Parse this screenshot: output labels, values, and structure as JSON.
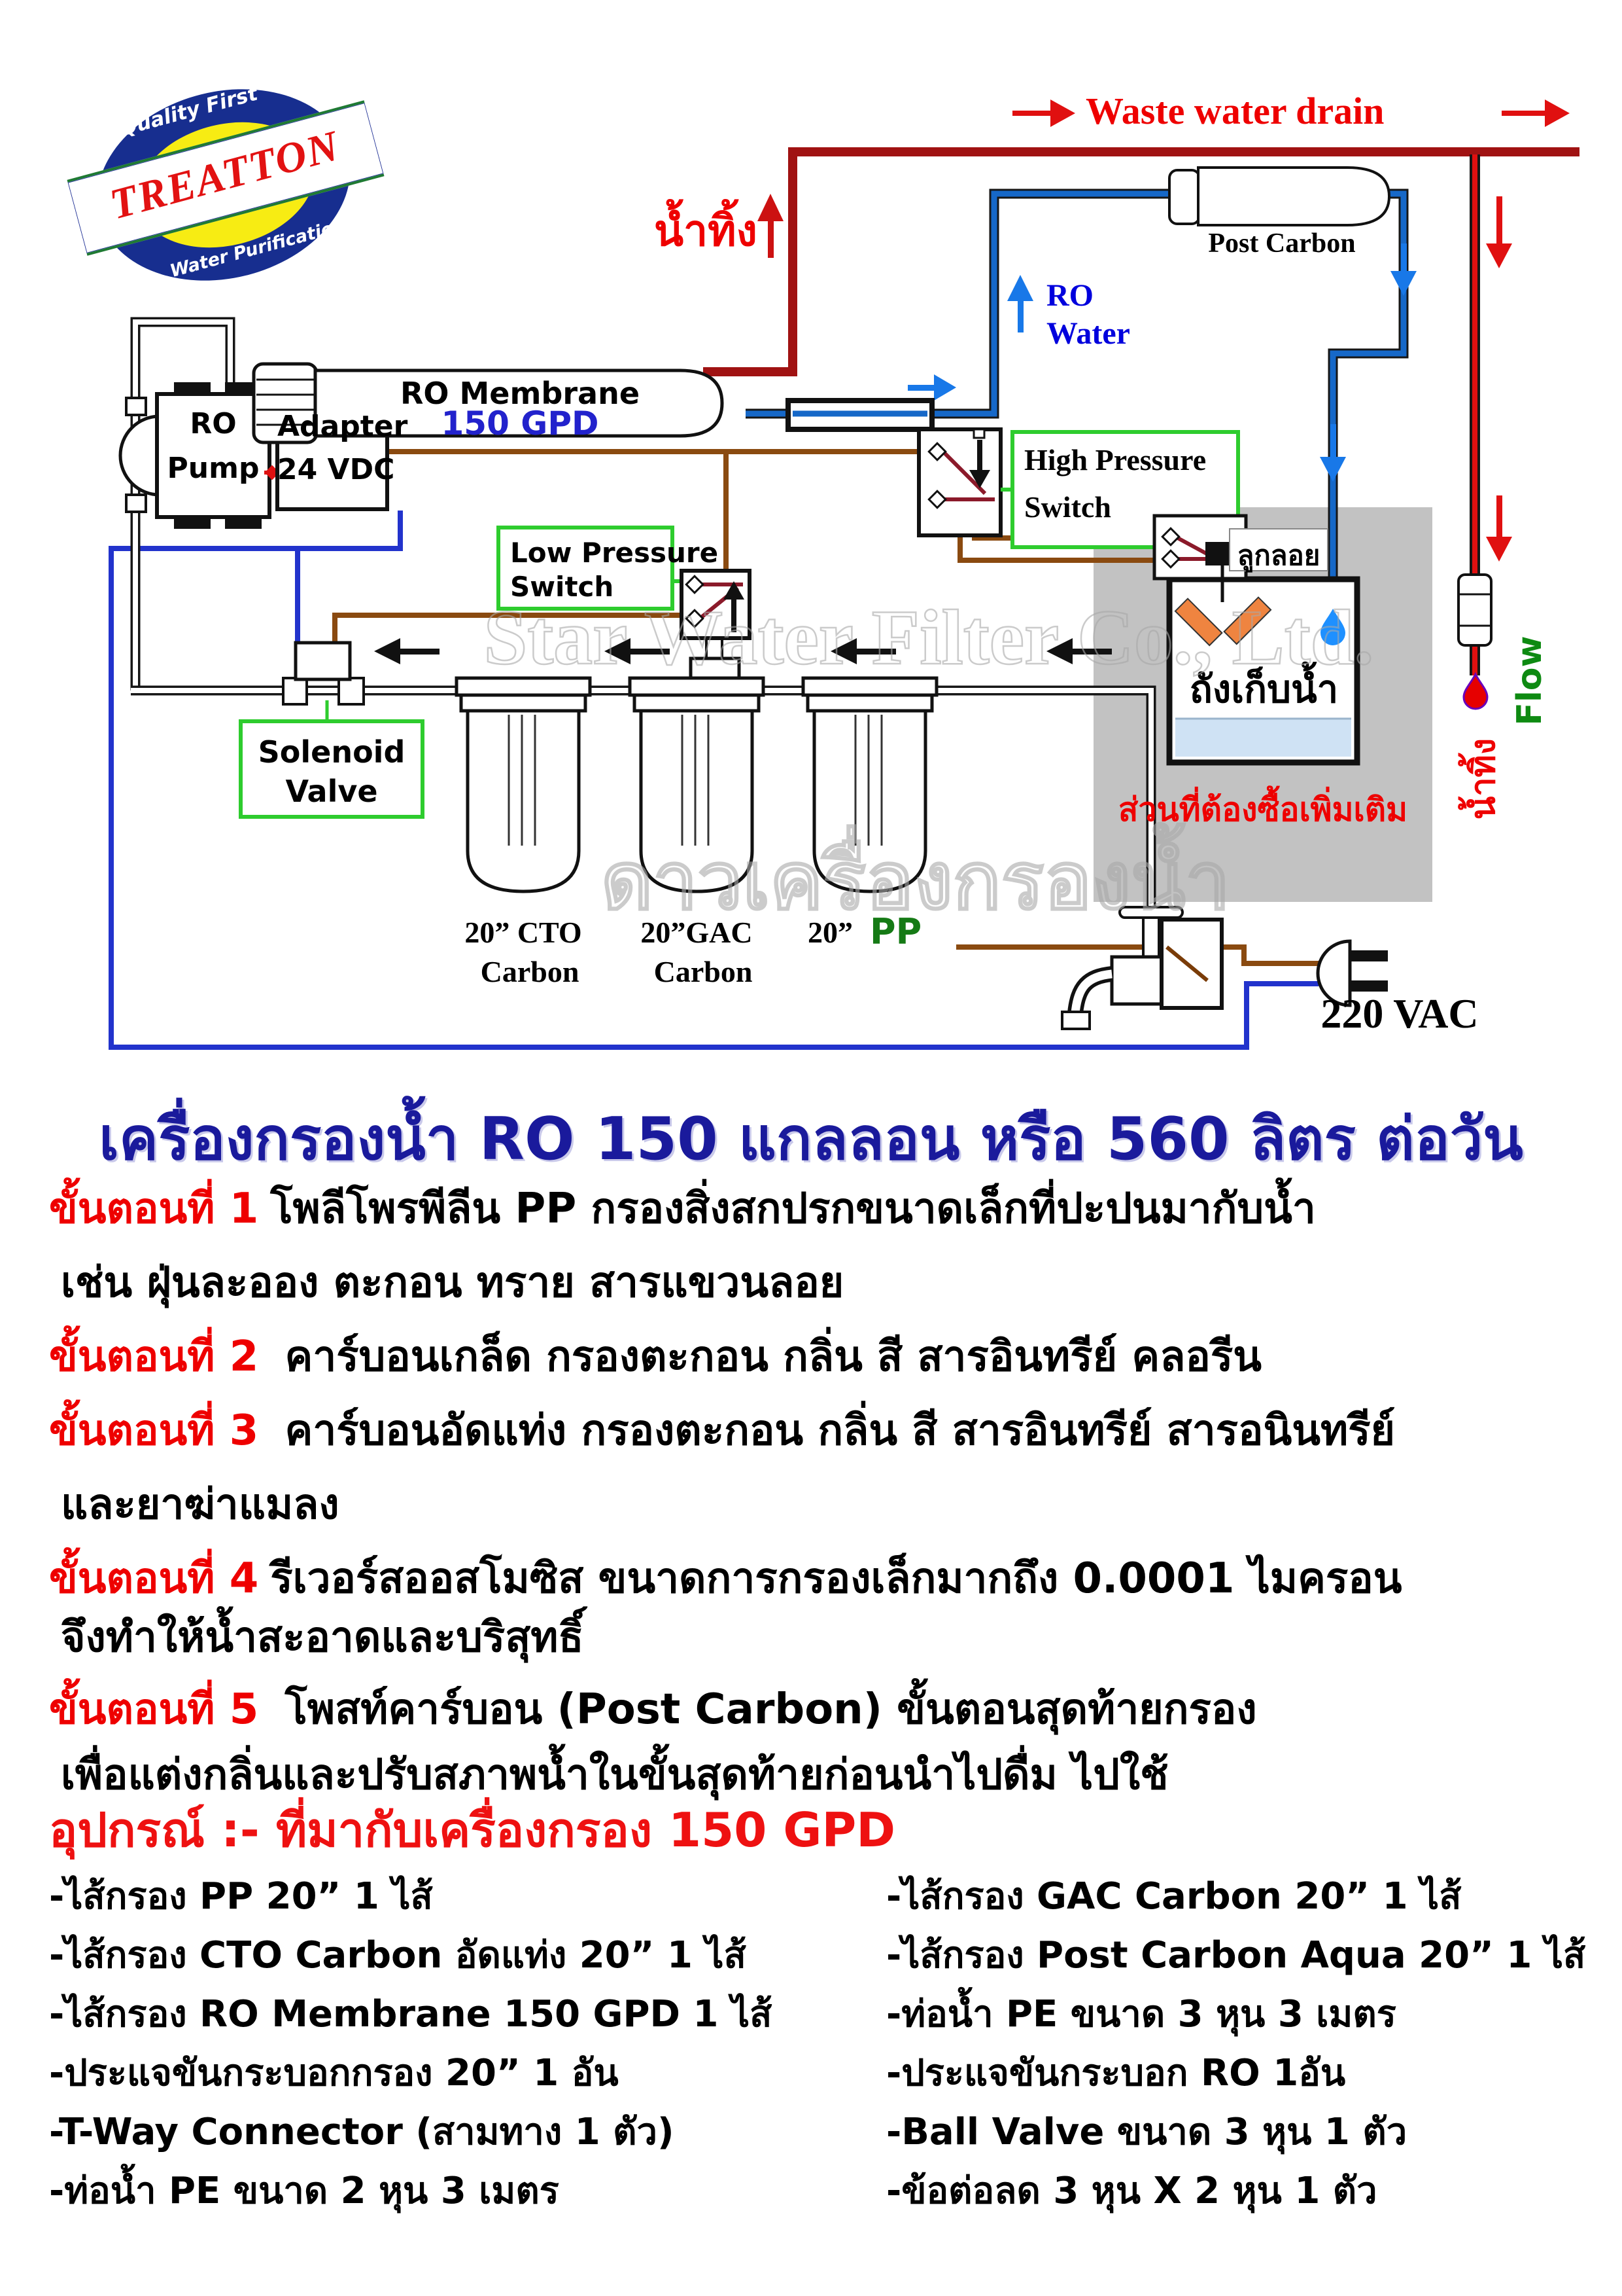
{
  "logo": {
    "brand": "TREATTON",
    "top": "Quality First",
    "bottom": "Water Purification"
  },
  "diagram": {
    "waste_drain": "Waste water drain",
    "waste_top_th": "น้ำทิ้ง",
    "post_carbon": "Post Carbon",
    "ro_water_1": "RO",
    "ro_water_2": "Water",
    "membrane_1": "RO Membrane",
    "membrane_2": "150 GPD",
    "high_pressure_1": "High Pressure",
    "high_pressure_2": "Switch",
    "low_pressure_1": "Low Pressure",
    "low_pressure_2": "Switch",
    "adapter_1": "Adapter",
    "adapter_2": "24 VDC",
    "pump_1": "RO",
    "pump_2": "Pump",
    "solenoid_1": "Solenoid",
    "solenoid_2": "Valve",
    "float_switch": "ลูกลอย",
    "tank": "ถังเก็บน้ำ",
    "additional": "ส่วนที่ต้องซื้อเพิ่มเติม",
    "flow": "Flow",
    "waste_right_th": "น้ำทิ้ง",
    "power": "220 VAC",
    "filters": [
      {
        "l1": "20” CTO",
        "l2": "Carbon"
      },
      {
        "l1": "20”GAC",
        "l2": "Carbon"
      },
      {
        "l1": "20”",
        "l1b": "PP"
      }
    ],
    "watermark1": "Star Water Filter Co., Ltd.",
    "watermark2": "ดาวเครื่องกรองน้ำ"
  },
  "title": "เครื่องกรองน้ำ RO 150 แกลลอน หรือ 560 ลิตร ต่อวัน",
  "steps": [
    {
      "label": "ขั้นตอนที่ 1",
      "text": "โพลีโพรพีลีน PP กรองสิ่งสกปรกขนาดเล็กที่ปะปนมากับน้ำ"
    },
    {
      "label": "",
      "text": "เช่น ฝุ่นละออง ตะกอน ทราย สารแขวนลอย"
    },
    {
      "label": "ขั้นตอนที่ 2",
      "text": " คาร์บอนเกล็ด กรองตะกอน กลิ่น สี สารอินทรีย์ คลอรีน"
    },
    {
      "label": "ขั้นตอนที่ 3",
      "text": " คาร์บอนอัดแท่ง  กรองตะกอน กลิ่น สี สารอินทรีย์ สารอนินทรีย์"
    },
    {
      "label": "",
      "text": "และยาฆ่าแมลง"
    },
    {
      "label": "ขั้นตอนที่ 4",
      "text": "รีเวอร์สออสโมซิส ขนาดการกรองเล็กมากถึง 0.0001 ไมครอน"
    },
    {
      "label": "",
      "text": "จึงทำให้น้ำสะอาดและบริสุทธิ์"
    },
    {
      "label": "ขั้นตอนที่ 5",
      "text": " โพสท์คาร์บอน (Post Carbon) ขั้นตอนสุดท้ายกรอง"
    },
    {
      "label": "",
      "text": "เพื่อแต่งกลิ่นและปรับสภาพน้ำในขั้นสุดท้ายก่อนนำไปดื่ม ไปใช้"
    }
  ],
  "equipment": {
    "header": "อุปกรณ์ :- ที่มากับเครื่องกรอง 150 GPD",
    "left": [
      "-ไส้กรอง PP 20”   1 ไส้",
      "-ไส้กรอง CTO Carbon อัดแท่ง  20”   1 ไส้",
      "-ไส้กรอง RO Membrane  150 GPD   1 ไส้",
      "-ประแจขันกระบอกกรอง 20” 1 อัน",
      "-T-Way Connector (สามทาง 1 ตัว)",
      "-ท่อน้ำ PE ขนาด 2 หุน 3 เมตร"
    ],
    "right": [
      "-ไส้กรอง GAC Carbon  20”   1  ไส้",
      "-ไส้กรอง Post Carbon Aqua 20” 1 ไส้",
      "-ท่อน้ำ PE ขนาด 3 หุน 3 เมตร",
      "-ประแจขันกระบอก RO 1อัน",
      "-Ball Valve ขนาด 3 หุน  1 ตัว",
      "-ข้อต่อลด 3 หุน X 2 หุน  1 ตัว"
    ]
  },
  "colors": {
    "waste_red": "#a01212",
    "product_blue": "#1668c8",
    "wire_brown": "#8a4a10",
    "wire_blue": "#2233cc",
    "label_green": "#2ecc2e",
    "tank_gray": "#c2c2c2"
  }
}
